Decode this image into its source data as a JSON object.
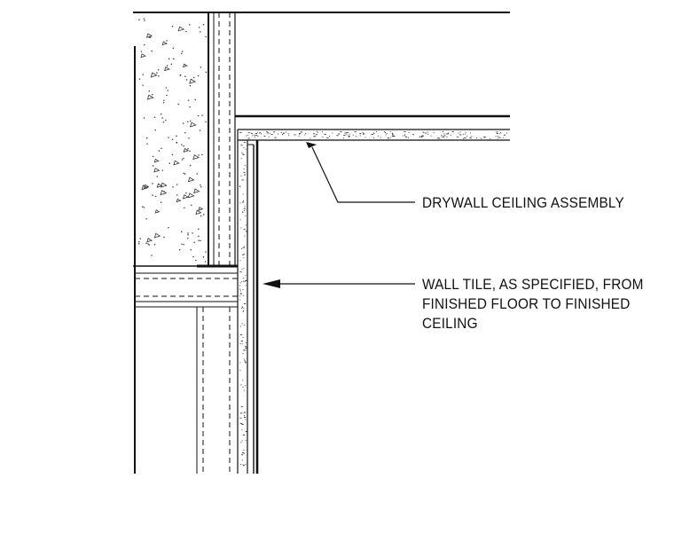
{
  "drawing": {
    "annotations": {
      "ceiling": "DRYWALL CEILING ASSEMBLY",
      "wall_tile": [
        "WALL TILE, AS SPECIFIED, FROM",
        "FINISHED FLOOR TO FINISHED",
        "CEILING"
      ]
    },
    "colors": {
      "line": "#111111",
      "hatch": "#333333",
      "paper": "#ffffff"
    }
  }
}
